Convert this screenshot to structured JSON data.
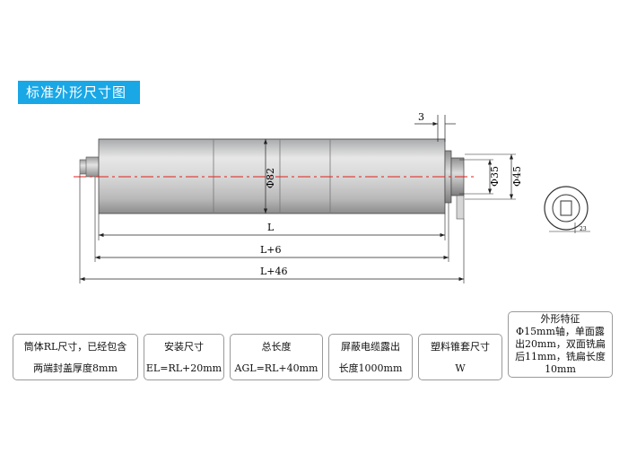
{
  "title": "标准外形尺寸图",
  "drawing": {
    "dim_3": "3",
    "dim_d82": "Φ82",
    "dim_d35": "Φ35",
    "dim_d45": "Φ45",
    "dim_L": "L",
    "dim_L6": "L+6",
    "dim_L46": "L+46",
    "end_view_label": "23"
  },
  "specs": [
    {
      "line1": "筒体RL尺寸，已经包含",
      "line2": "两端封盖厚度8mm"
    },
    {
      "line1": "安装尺寸",
      "line2": "EL=RL+20mm"
    },
    {
      "line1": "总长度",
      "line2": "AGL=RL+40mm"
    },
    {
      "line1": "屏蔽电缆露出",
      "line2": "长度1000mm"
    },
    {
      "line1": "塑料锥套尺寸",
      "line2": "W"
    },
    {
      "line1": "外形特征",
      "line2": "Φ15mm轴，单面露出20mm，双面铣扁后11mm，铣扁长度10mm"
    }
  ],
  "colors": {
    "accent": "#19a7e6",
    "centerline": "#e0201c"
  }
}
